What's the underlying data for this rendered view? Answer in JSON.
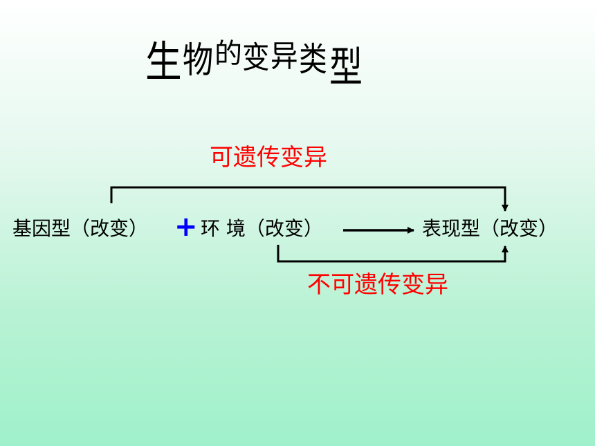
{
  "slide": {
    "title_chars": [
      "生",
      "物",
      "的",
      "变",
      "异",
      "类",
      "型"
    ]
  },
  "diagram": {
    "heritable_label": "可遗传变异",
    "nonheritable_label": "不可遗传变异",
    "genotype": "基因型（改变）",
    "plus": "+",
    "environment": "环 境（改变）",
    "phenotype": "表现型（改变）"
  },
  "colors": {
    "label_red": "#ff0000",
    "plus_blue": "#0000ff",
    "line_black": "#000000"
  }
}
